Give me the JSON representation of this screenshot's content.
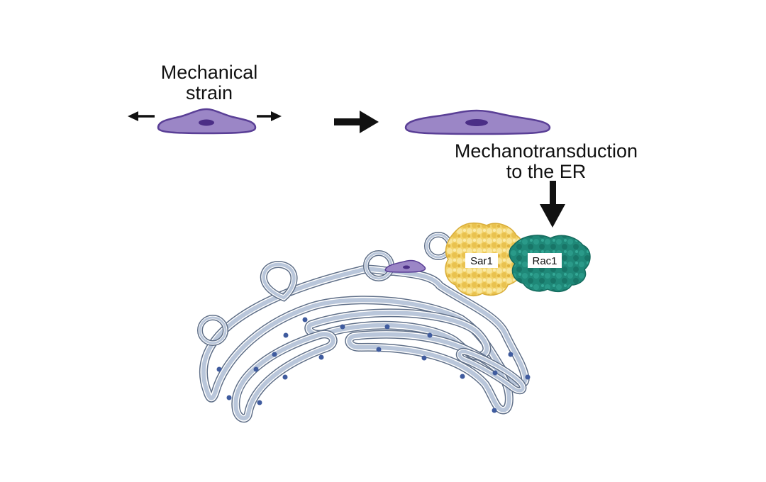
{
  "labels": {
    "strain_line1": "Mechanical",
    "strain_line2": "strain",
    "mechano_line1": "Mechanotransduction",
    "mechano_line2": "to the ER"
  },
  "proteins": [
    {
      "name": "Sar1",
      "color": "#f3d36a"
    },
    {
      "name": "Rac1",
      "color": "#1f8a7a"
    }
  ],
  "colors": {
    "cell_fill": "#9b86c6",
    "cell_stroke": "#5a3f96",
    "nucleus": "#4b2e86",
    "er_membrane": "#b9c6da",
    "er_outline": "#5f6f88",
    "ribosome": "#3f5b9e",
    "arrow": "#111111"
  },
  "icons": [
    "left-arrow-icon",
    "right-arrow-icon",
    "process-arrow-icon",
    "down-arrow-icon",
    "cell-icon",
    "stretched-cell-icon",
    "er-organelle-icon",
    "vesicle-icon",
    "ribosome-icon",
    "protein-icon"
  ]
}
